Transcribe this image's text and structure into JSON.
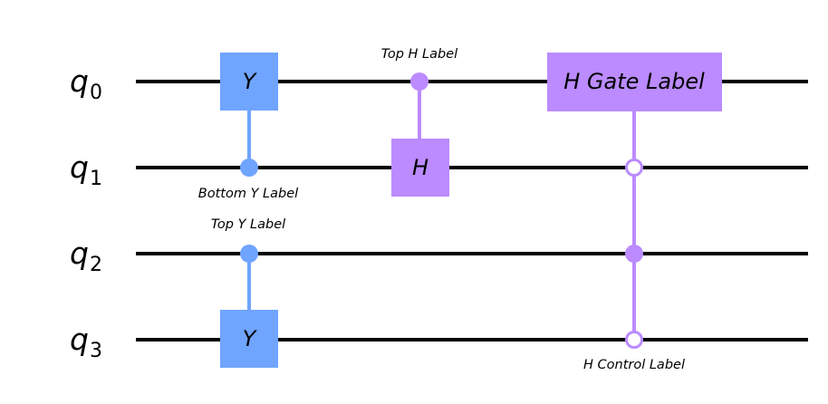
{
  "qubits": [
    {
      "name": "q",
      "index": "0"
    },
    {
      "name": "q",
      "index": "1"
    },
    {
      "name": "q",
      "index": "2"
    },
    {
      "name": "q",
      "index": "3"
    }
  ],
  "gates": {
    "y_gate_1": {
      "label": "Y",
      "color": "#6fa4ff"
    },
    "y_gate_2": {
      "label": "Y",
      "color": "#6fa4ff"
    },
    "h_gate_1": {
      "label": "H",
      "color": "#bb8bff"
    },
    "h_gate_2": {
      "label": "H Gate Label",
      "color": "#bb8bff"
    }
  },
  "annotations": {
    "bottom_y": "Bottom Y Label",
    "top_y": "Top Y Label",
    "top_h": "Top H Label",
    "h_control": "H Control Label"
  },
  "colors": {
    "wire": "#000000",
    "y_blue": "#6fa4ff",
    "h_purple": "#bb8bff"
  }
}
